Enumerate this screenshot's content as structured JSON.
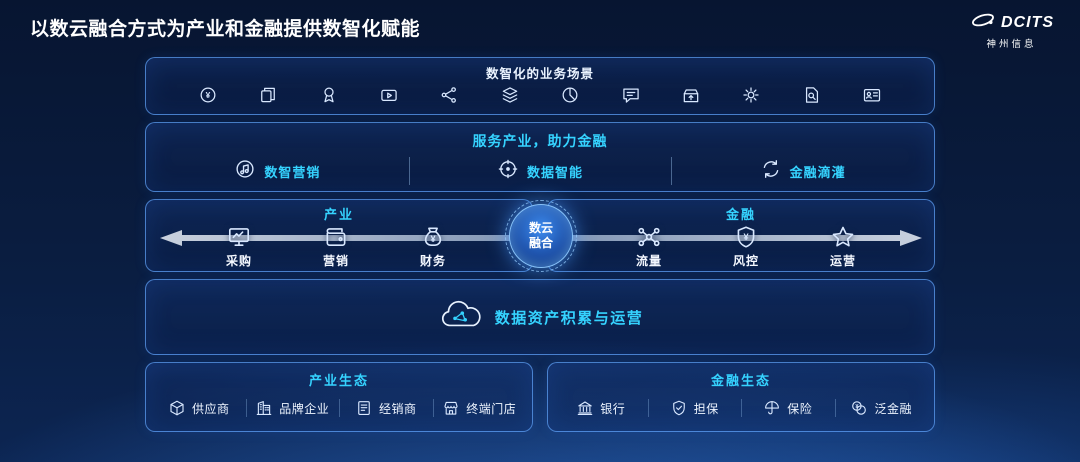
{
  "page": {
    "title": "以数云融合方式为产业和金融提供数智化赋能"
  },
  "logo": {
    "brand": "DCITS",
    "company": "神州信息"
  },
  "scenarios": {
    "title": "数智化的业务场景",
    "icons": [
      "coin-icon",
      "copy-icon",
      "medal-icon",
      "video-icon",
      "share-network-icon",
      "stack-layers-icon",
      "pie-chart-icon",
      "chat-icon",
      "box-upload-icon",
      "gear-icon",
      "file-search-icon",
      "id-card-icon"
    ]
  },
  "services": {
    "title": "服务产业，助力金融",
    "items": [
      {
        "label": "数智营销",
        "icon": "digital-marketing-icon"
      },
      {
        "label": "数据智能",
        "icon": "data-intelligence-icon"
      },
      {
        "label": "金融滴灌",
        "icon": "financial-drip-icon"
      }
    ]
  },
  "flow": {
    "industry": {
      "title": "产业",
      "items": [
        {
          "label": "采购",
          "icon": "procurement-monitor-icon"
        },
        {
          "label": "营销",
          "icon": "marketing-wallet-icon"
        },
        {
          "label": "财务",
          "icon": "finance-moneybag-icon"
        }
      ]
    },
    "fusion": {
      "label": "数云融合"
    },
    "finance": {
      "title": "金融",
      "items": [
        {
          "label": "流量",
          "icon": "traffic-network-icon"
        },
        {
          "label": "风控",
          "icon": "risk-shield-icon"
        },
        {
          "label": "运营",
          "icon": "operations-star-icon"
        }
      ]
    }
  },
  "data_asset": {
    "label": "数据资产积累与运营",
    "icon": "cloud-network-icon"
  },
  "ecosystems": {
    "industry": {
      "title": "产业生态",
      "items": [
        {
          "label": "供应商",
          "icon": "supplier-cube-icon"
        },
        {
          "label": "品牌企业",
          "icon": "brand-building-icon"
        },
        {
          "label": "经销商",
          "icon": "distributor-list-icon"
        },
        {
          "label": "终端门店",
          "icon": "store-front-icon"
        }
      ]
    },
    "finance": {
      "title": "金融生态",
      "items": [
        {
          "label": "银行",
          "icon": "bank-icon"
        },
        {
          "label": "担保",
          "icon": "guarantee-shield-icon"
        },
        {
          "label": "保险",
          "icon": "insurance-umbrella-icon"
        },
        {
          "label": "泛金融",
          "icon": "pan-finance-coins-icon"
        }
      ]
    }
  },
  "colors": {
    "accent_cyan": "#35d3ff",
    "panel_border": "#62a6ff",
    "background_top": "#071531",
    "background_bottom": "#0c2552"
  }
}
